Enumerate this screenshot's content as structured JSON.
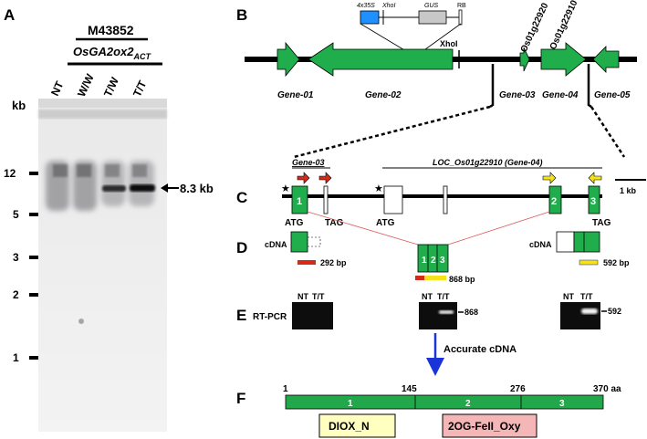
{
  "panelA": {
    "letter": "A",
    "line_name": "M43852",
    "construct": "OsGA2ox2",
    "construct_sub": "ACT",
    "lanes": [
      "NT",
      "W/W",
      "T/W",
      "T/T"
    ],
    "unit": "kb",
    "markers": [
      "12",
      "5",
      "3",
      "2",
      "1"
    ],
    "band_label": "8.3 kb"
  },
  "panelB": {
    "letter": "B",
    "insert": {
      "promoter": "4x35S",
      "site1": "XhoI",
      "reporter": "GUS",
      "border": "RB",
      "site2": "XhoI"
    },
    "genes": [
      "Gene-01",
      "Gene-02",
      "Gene-03",
      "Gene-04",
      "Gene-05"
    ],
    "loci": [
      "Os01g22920",
      "Os01g22910"
    ]
  },
  "panelC": {
    "letter": "C",
    "gene03_label": "Gene-03",
    "gene04_label": "LOC_Os01g22910 (Gene-04)",
    "scale": "1 kb",
    "exons": [
      "1",
      "2",
      "3"
    ],
    "codons": [
      "ATG",
      "TAG",
      "ATG",
      "TAG"
    ]
  },
  "panelD": {
    "letter": "D",
    "cdna_label": "cDNA",
    "exons": [
      "1",
      "2",
      "3"
    ],
    "sizes": [
      "292 bp",
      "868 bp",
      "592 bp"
    ]
  },
  "panelE": {
    "letter": "E",
    "label": "RT-PCR",
    "lanes": [
      "NT",
      "T/T"
    ],
    "sizes": [
      "868",
      "592"
    ],
    "arrow_label": "Accurate cDNA"
  },
  "panelF": {
    "letter": "F",
    "positions": [
      "1",
      "145",
      "276",
      "370 aa"
    ],
    "segments": [
      "1",
      "2",
      "3"
    ],
    "domains": [
      "DIOX_N",
      "2OG-FeII_Oxy"
    ],
    "colors": {
      "protein": "#22a84a",
      "diox": "#ffffc0",
      "oxy": "#f4b6b6"
    }
  },
  "colors": {
    "exon": "#1fae4b",
    "red_primer": "#d42a1a",
    "yellow_primer": "#f4e21a",
    "promoter": "#2196f3",
    "arrow": "#1a34d8"
  }
}
